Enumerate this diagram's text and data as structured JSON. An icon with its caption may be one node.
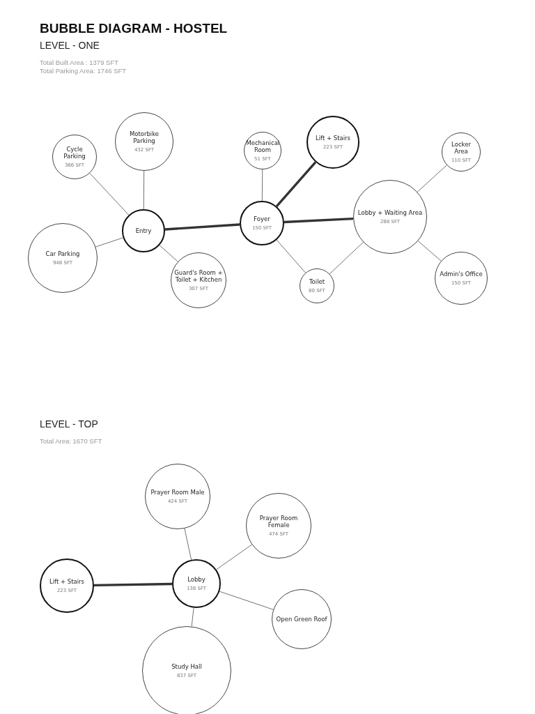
{
  "diagram": {
    "title": "BUBBLE DIAGRAM - HOSTEL",
    "nodes": [
      {
        "text": [
          "Cycle Parking",
          "366 SFT"
        ]
      },
      {
        "text": [
          "Motorbike Parking",
          "432 SFT"
        ]
      },
      {
        "text": [
          "Car Parking",
          "948 SFT"
        ]
      },
      {
        "text": [
          "Entry"
        ]
      },
      {
        "text": [
          "Guard's Room + Toilet + Kitchen",
          "307 SFT"
        ]
      },
      {
        "text": [
          "Mechanical Room",
          "51 SFT"
        ]
      },
      {
        "text": [
          "Lift + Stairs",
          "223 SFT"
        ]
      },
      {
        "text": [
          "Foyer",
          "150 SFT"
        ]
      },
      {
        "text": [
          "Lobby + Waiting Area",
          "288 SFT"
        ]
      },
      {
        "text": [
          "Locker Area",
          "110 SFT"
        ]
      },
      {
        "text": [
          "Toilet",
          "80 SFT"
        ]
      },
      {
        "text": [
          "Admin's Office",
          "150 SFT"
        ]
      },
      {
        "text": [
          "Prayer Room Male",
          "424 SFT"
        ]
      },
      {
        "text": [
          "Prayer Room Female",
          "474 SFT"
        ]
      },
      {
        "text": [
          "Lift + Stairs",
          "223 SFT"
        ]
      },
      {
        "text": [
          "Lobby",
          "138 SFT"
        ]
      },
      {
        "text": [
          "Open Green Roof"
        ]
      },
      {
        "text": [
          "Study Hall",
          "837 SFT"
        ]
      }
    ],
    "edges": [
      {
        "from": 0,
        "to": 3,
        "arrow": "none"
      },
      {
        "from": 1,
        "to": 3,
        "arrow": "none"
      },
      {
        "from": 2,
        "to": 3,
        "arrow": "none"
      },
      {
        "from": 4,
        "to": 3,
        "arrow": "none"
      },
      {
        "from": 3,
        "to": 7,
        "arrow": "none",
        "style": "thick"
      },
      {
        "from": 5,
        "to": 7,
        "arrow": "none"
      },
      {
        "from": 6,
        "to": 7,
        "arrow": "none",
        "style": "thick"
      },
      {
        "from": 7,
        "to": 8,
        "arrow": "none",
        "style": "thick"
      },
      {
        "from": 7,
        "to": 10,
        "arrow": "none"
      },
      {
        "from": 10,
        "to": 8,
        "arrow": "none"
      },
      {
        "from": 9,
        "to": 8,
        "arrow": "none"
      },
      {
        "from": 11,
        "to": 8,
        "arrow": "none"
      },
      {
        "from": 14,
        "to": 15,
        "arrow": "none",
        "style": "thick"
      },
      {
        "from": 12,
        "to": 15,
        "arrow": "none"
      },
      {
        "from": 13,
        "to": 15,
        "arrow": "none"
      },
      {
        "from": 16,
        "to": 15,
        "arrow": "none"
      },
      {
        "from": 17,
        "to": 15,
        "arrow": "none"
      }
    ],
    "labels": [
      "LEVEL - ONE",
      "Total Built Area : 1379 SFT",
      "Total Parking Area: 1746 SFT",
      "LEVEL - TOP",
      "Total Area: 1670 SFT"
    ]
  }
}
